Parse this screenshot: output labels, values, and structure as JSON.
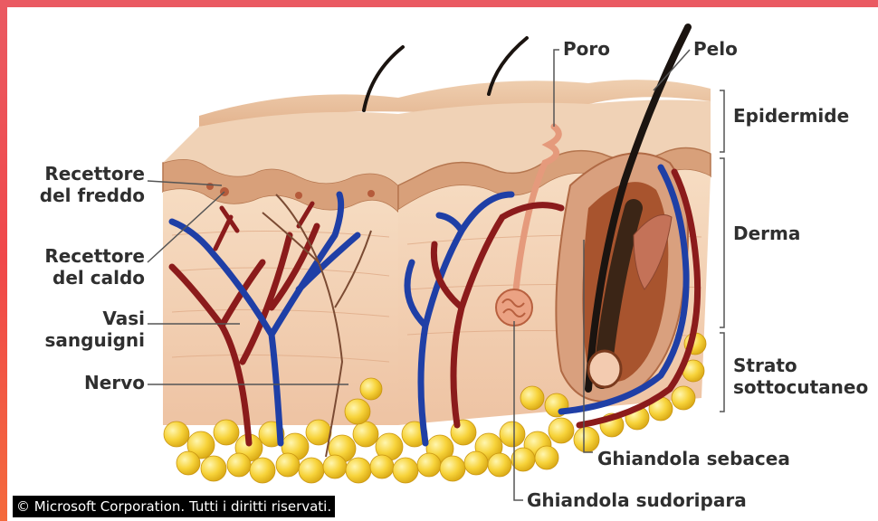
{
  "labels": {
    "cold_receptor": [
      "Recettore",
      "del freddo"
    ],
    "heat_receptor": [
      "Recettore",
      "del caldo"
    ],
    "blood_vessels": [
      "Vasi",
      "sanguigni"
    ],
    "nerve": "Nervo",
    "pore": "Poro",
    "hair": "Pelo",
    "epidermis": "Epidermide",
    "dermis": "Derma",
    "subcutaneous": [
      "Strato",
      "sottocutaneo"
    ],
    "sebaceous_gland": "Ghiandola sebacea",
    "sweat_gland": "Ghiandola sudoripara"
  },
  "copyright": "© Microsoft Corporation. Tutti i diritti riservati.",
  "colors": {
    "border": "#ea5a62",
    "skin": "#f3cfae",
    "artery": "#8b1b1b",
    "vein": "#1f3fa6",
    "fat": "#f7d33a",
    "label": "#2f2f2f"
  }
}
